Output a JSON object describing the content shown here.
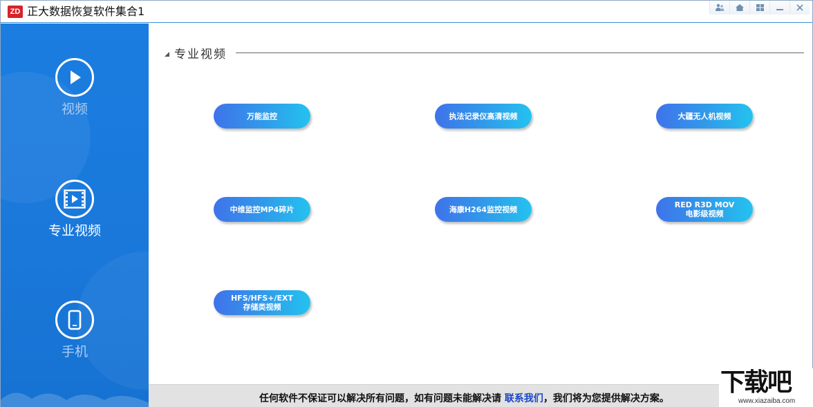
{
  "window": {
    "logo_text": "ZD",
    "title": "正大数据恢复软件集合1",
    "controls": [
      "users-icon",
      "home-icon",
      "windows-icon",
      "minimize-icon",
      "close-icon"
    ]
  },
  "sidebar": {
    "items": [
      {
        "label": "视频",
        "icon": "play-icon",
        "active": false
      },
      {
        "label": "专业视频",
        "icon": "film-icon",
        "active": true
      },
      {
        "label": "手机",
        "icon": "phone-icon",
        "active": false
      }
    ]
  },
  "main": {
    "section_title": "专业视频",
    "buttons": [
      {
        "lines": [
          "万能监控"
        ]
      },
      {
        "lines": [
          "执法记录仪高清视频"
        ]
      },
      {
        "lines": [
          "大疆无人机视频"
        ]
      },
      {
        "lines": [
          "中维监控MP4碎片"
        ]
      },
      {
        "lines": [
          "海康H264监控视频"
        ]
      },
      {
        "lines": [
          "RED R3D MOV",
          "电影级视频"
        ]
      },
      {
        "lines": [
          "HFS/HFS+/EXT",
          "存储类视频"
        ]
      }
    ]
  },
  "footer": {
    "text_before": "任何软件不保证可以解决所有问题，如有问题未能解决请 ",
    "link": "联系我们",
    "text_after": "，我们将为您提供解决方案。"
  },
  "watermark": {
    "big": "下载吧",
    "small": "www.xiazaiba.com"
  },
  "colors": {
    "sidebar": "#1b7de0",
    "button_start": "#3f73ea",
    "button_end": "#24c2ef",
    "footer_bg": "#e2e2e2",
    "link": "#1a44c7"
  }
}
